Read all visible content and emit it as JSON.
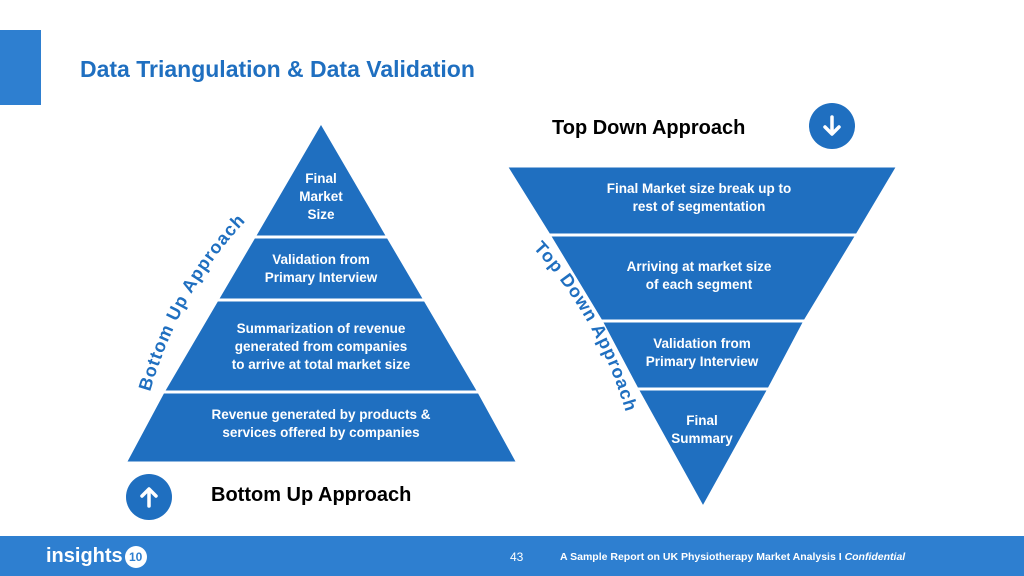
{
  "title": "Data Triangulation & Data Validation",
  "colors": {
    "accent": "#2e7fd0",
    "pyramid": "#1f6fc0",
    "title": "#1f6fc0"
  },
  "bottom_up": {
    "heading": "Bottom Up Approach",
    "arc_label": "Bottom Up Approach",
    "icon": "arrow-up-icon",
    "levels": [
      "Final\nMarket\nSize",
      "Validation from\nPrimary Interview",
      "Summarization of revenue\ngenerated from companies\nto arrive at total market size",
      "Revenue generated by products &\nservices offered by companies"
    ]
  },
  "top_down": {
    "heading": "Top Down Approach",
    "arc_label": "Top Down Approach",
    "icon": "arrow-down-icon",
    "levels": [
      "Final Market size break up to\nrest of segmentation",
      "Arriving at market size\nof each segment",
      "Validation from\nPrimary Interview",
      "Final\nSummary"
    ]
  },
  "footer": {
    "logo_text": "insights",
    "logo_number": "10",
    "page_number": "43",
    "report_text": "A Sample Report on UK Physiotherapy Market Analysis I",
    "confidential": "Confidential"
  }
}
